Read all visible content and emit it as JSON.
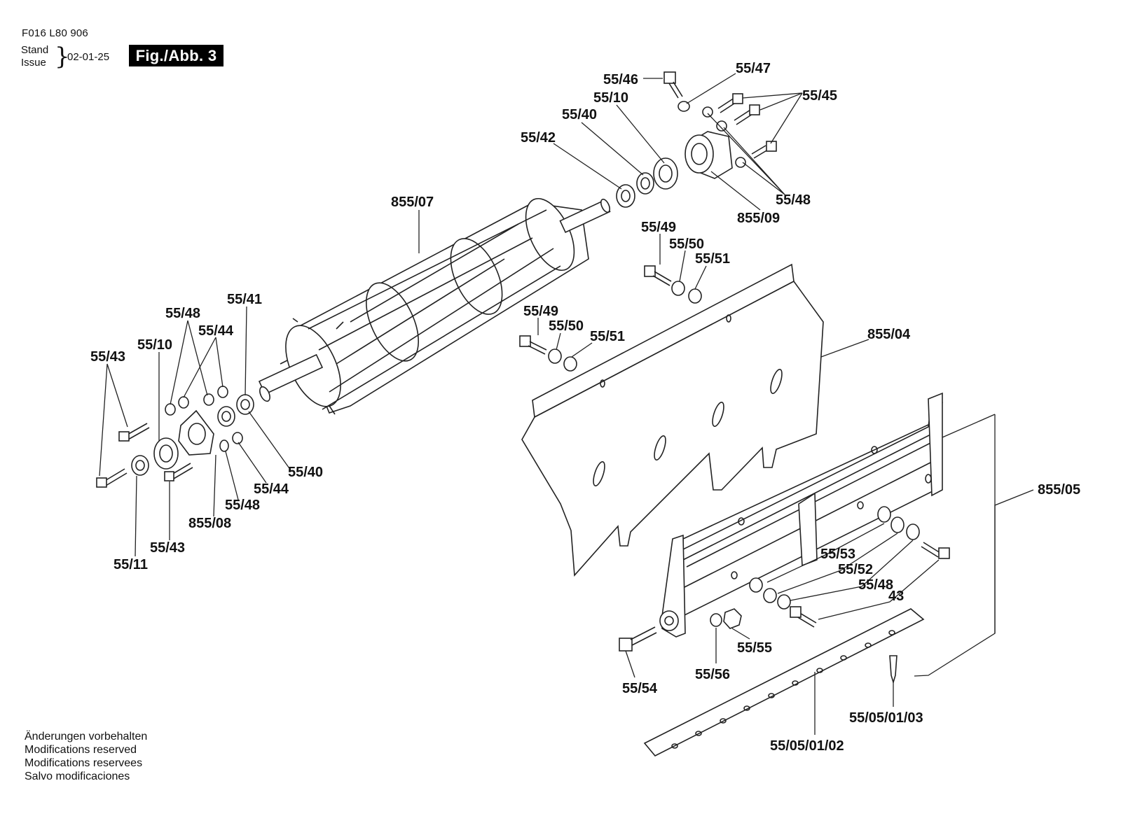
{
  "header": {
    "doc_number": "F016 L80 906",
    "stand_label": "Stand",
    "issue_label": "Issue",
    "date": "02-01-25",
    "figure_label": "Fig./Abb. 3"
  },
  "notes": [
    "Änderungen vorbehalten",
    "Modifications reserved",
    "Modifications reservees",
    "Salvo modificaciones"
  ],
  "callouts": {
    "c_55_46": "55/46",
    "c_55_47": "55/47",
    "c_55_10_top": "55/10",
    "c_55_45": "55/45",
    "c_55_40_top": "55/40",
    "c_55_42": "55/42",
    "c_55_48_top": "55/48",
    "c_855_09": "855/09",
    "c_855_07": "855/07",
    "c_55_49_a": "55/49",
    "c_55_50_a": "55/50",
    "c_55_51_a": "55/51",
    "c_55_41": "55/41",
    "c_55_48_left": "55/48",
    "c_55_44_left": "55/44",
    "c_55_10_left": "55/10",
    "c_55_43_top": "55/43",
    "c_55_49_b": "55/49",
    "c_55_50_b": "55/50",
    "c_55_51_b": "55/51",
    "c_855_04": "855/04",
    "c_55_40_bottom": "55/40",
    "c_55_44_bottom": "55/44",
    "c_55_48_bottom": "55/48",
    "c_855_08": "855/08",
    "c_55_43_bottom": "55/43",
    "c_55_11": "55/11",
    "c_855_05": "855/05",
    "c_55_53": "55/53",
    "c_55_52": "55/52",
    "c_55_48_right": "55/48",
    "c_43": "43",
    "c_55_55": "55/55",
    "c_55_56": "55/56",
    "c_55_54": "55/54",
    "c_55_05_01_03": "55/05/01/03",
    "c_55_05_01_02": "55/05/01/02"
  }
}
